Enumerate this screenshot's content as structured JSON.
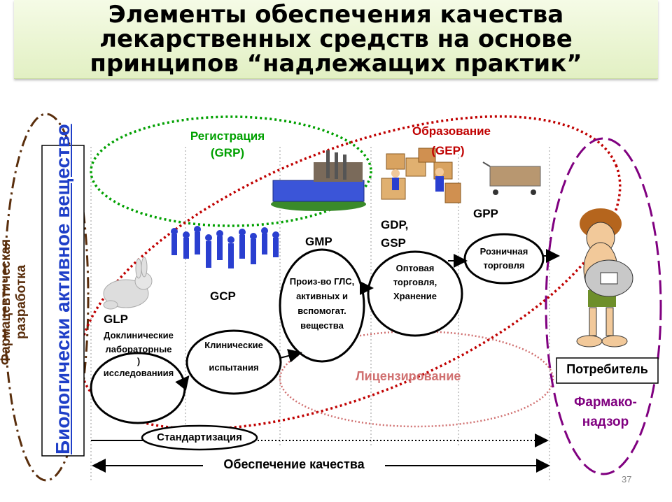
{
  "title_lines": [
    "Элементы обеспечения качества",
    "лекарственных средств на основе",
    "принципов “надлежащих  практик”"
  ],
  "side_labels": {
    "pharma_dev": [
      "Фармацевтическая",
      "разработка"
    ],
    "active_substance": "Биологически  активное  вещество"
  },
  "stages": {
    "glp": {
      "code": "GLP",
      "box": [
        "Доклинические",
        "лабораторные",
        ")",
        "исследованиия"
      ]
    },
    "gcp": {
      "code": "GCP",
      "box": [
        "Клинические",
        "испытания"
      ]
    },
    "gmp": {
      "code": "GMP",
      "box": [
        "Произ-во ГЛС,",
        "активных  и",
        "вспомогат.",
        "вещества"
      ]
    },
    "gdp": {
      "code": "GDP,",
      "code2": "GSP",
      "box": [
        "Оптовая",
        "торговля,",
        "Хранение"
      ]
    },
    "gpp": {
      "code": "GPP",
      "box": [
        "Розничная",
        "торговля"
      ]
    }
  },
  "registration": [
    "Регистрация",
    "(GRP)"
  ],
  "education": [
    "Образование",
    "(GEP)"
  ],
  "licensing": "Лицензирование",
  "standardization": "Стандартизация",
  "quality_assurance": "Обеспечение качества",
  "consumer": "Потребитель",
  "pharmacovigilance": [
    "Фармако-",
    "надзор"
  ],
  "slide_number": "37",
  "colors": {
    "green": "#00a000",
    "dark_red": "#c00000",
    "licensing": "#d07070",
    "brown": "#5a2e0c",
    "purple": "#800080",
    "blue": "#1f3fc8",
    "title_bg": "#e2f0c3"
  }
}
